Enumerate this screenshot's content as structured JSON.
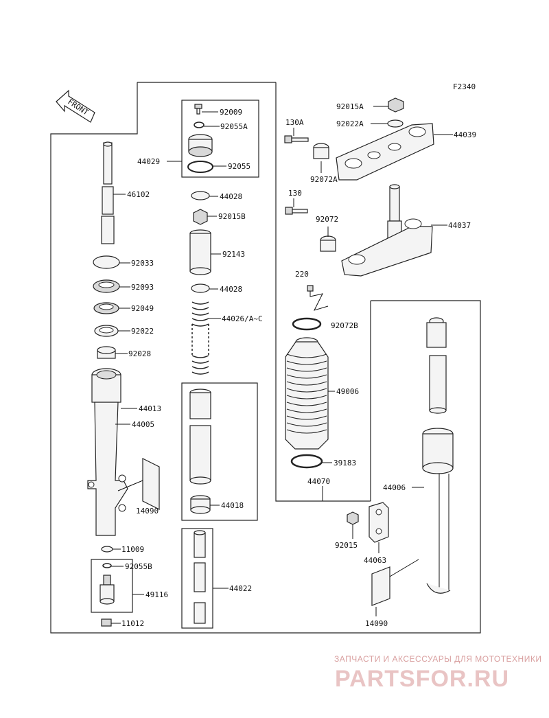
{
  "figure_code": "F2340",
  "front_label": "FRONT",
  "callouts": {
    "p92009": "92009",
    "p92055A": "92055A",
    "p44029": "44029",
    "p92055": "92055",
    "p44028a": "44028",
    "p92015B": "92015B",
    "p92143": "92143",
    "p44028b": "44028",
    "p44026": "44026/A~C",
    "p46102": "46102",
    "p92033": "92033",
    "p92093": "92093",
    "p92049": "92049",
    "p92022": "92022",
    "p92028": "92028",
    "p44013": "44013",
    "p44005": "44005",
    "p14090a": "14090",
    "p11009": "11009",
    "p92055B": "92055B",
    "p49116": "49116",
    "p11012": "11012",
    "p44018": "44018",
    "p44022": "44022",
    "p92015A": "92015A",
    "p92022A": "92022A",
    "p130A": "130A",
    "p44039": "44039",
    "p92072A": "92072A",
    "p130": "130",
    "p92072": "92072",
    "p44037": "44037",
    "p220": "220",
    "p92072B": "92072B",
    "p49006": "49006",
    "p39183": "39183",
    "p44070": "44070",
    "p44006": "44006",
    "p92015": "92015",
    "p44063": "44063",
    "p14090b": "14090"
  },
  "watermark": {
    "line1": "ЗАПЧАСТИ И АКСЕССУАРЫ ДЛЯ МОТОТЕХНИКИ",
    "line2": "PARTSFOR.RU"
  }
}
